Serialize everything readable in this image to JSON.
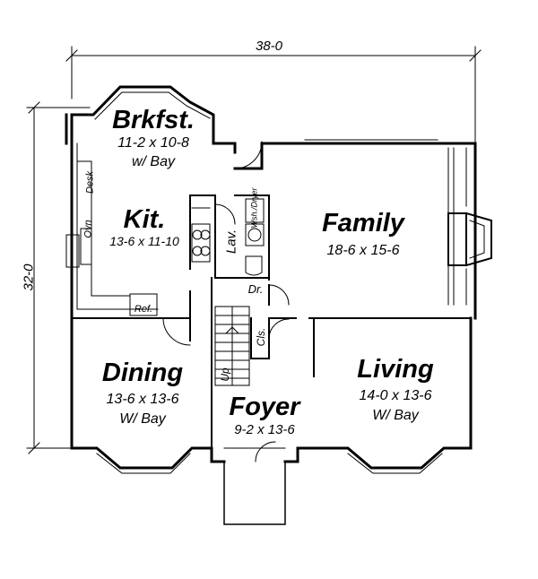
{
  "dimensions": {
    "width": "38-0",
    "depth": "32-0"
  },
  "rooms": {
    "breakfast": {
      "name": "Brkfst.",
      "size": "11-2 x 10-8",
      "note": "w/ Bay"
    },
    "kitchen": {
      "name": "Kit.",
      "size": "13-6 x 11-10"
    },
    "family": {
      "name": "Family",
      "size": "18-6 x 15-6"
    },
    "dining": {
      "name": "Dining",
      "size": "13-6 x 13-6",
      "note": "W/ Bay"
    },
    "foyer": {
      "name": "Foyer",
      "size": "9-2 x 13-6"
    },
    "living": {
      "name": "Living",
      "size": "14-0 x 13-6",
      "note": "W/ Bay"
    }
  },
  "fixtures": {
    "lav": "Lav.",
    "washer_dryer": "Wsh./Dryer",
    "desk": "Desk",
    "oven": "Ovn",
    "ref": "Ref.",
    "dr": "Dr.",
    "cls": "Cls.",
    "up": "Up"
  }
}
